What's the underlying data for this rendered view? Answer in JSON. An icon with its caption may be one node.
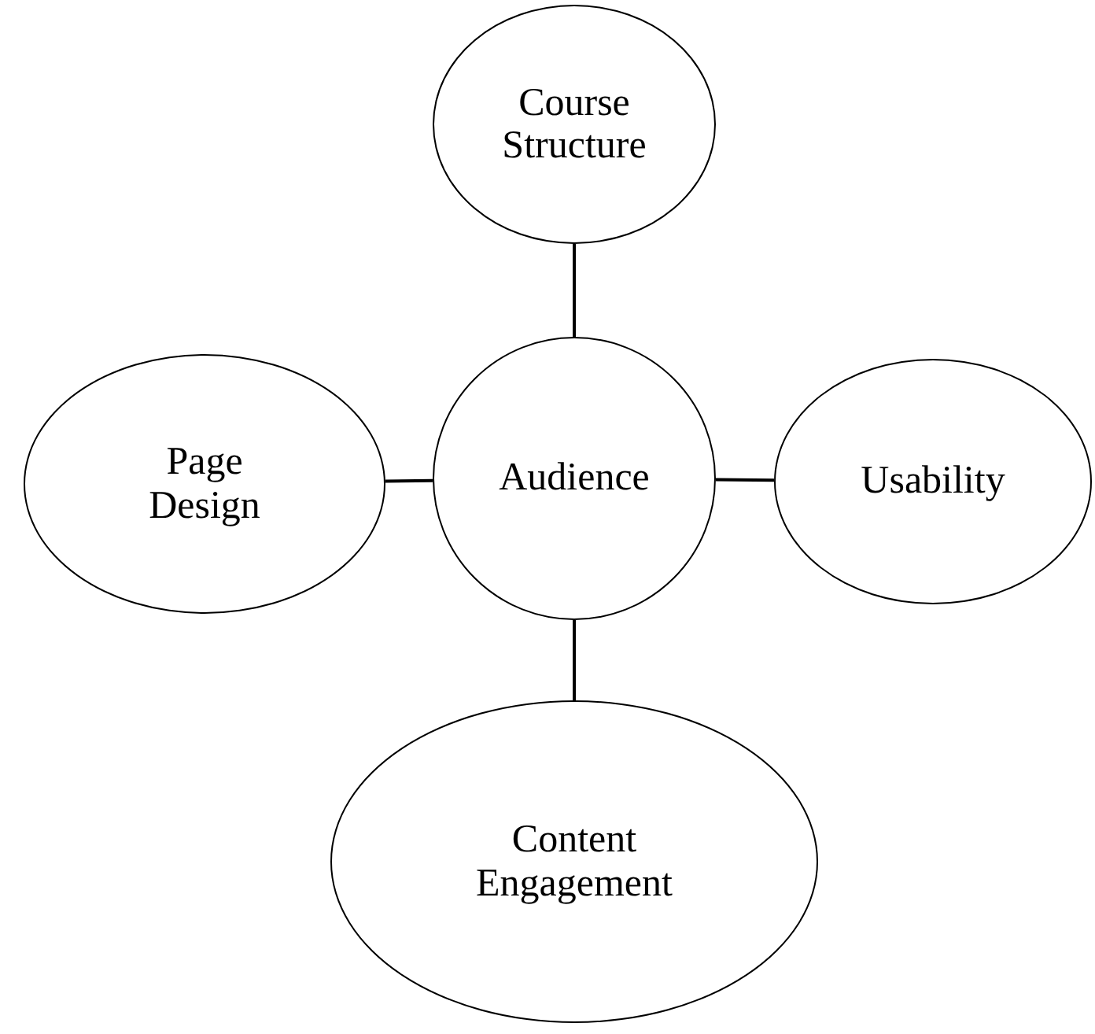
{
  "diagram": {
    "nodes": [
      {
        "text": [
          "Course Structure"
        ]
      },
      {
        "text": [
          "Page Design"
        ]
      },
      {
        "text": [
          "Audience"
        ]
      },
      {
        "text": [
          "Usability"
        ]
      },
      {
        "text": [
          "Content Engagement"
        ]
      }
    ],
    "edges": [
      {
        "from": 2,
        "to": 0,
        "arrow": "none"
      },
      {
        "from": 2,
        "to": 1,
        "arrow": "none"
      },
      {
        "from": 2,
        "to": 3,
        "arrow": "none"
      },
      {
        "from": 2,
        "to": 4,
        "arrow": "none"
      }
    ]
  }
}
